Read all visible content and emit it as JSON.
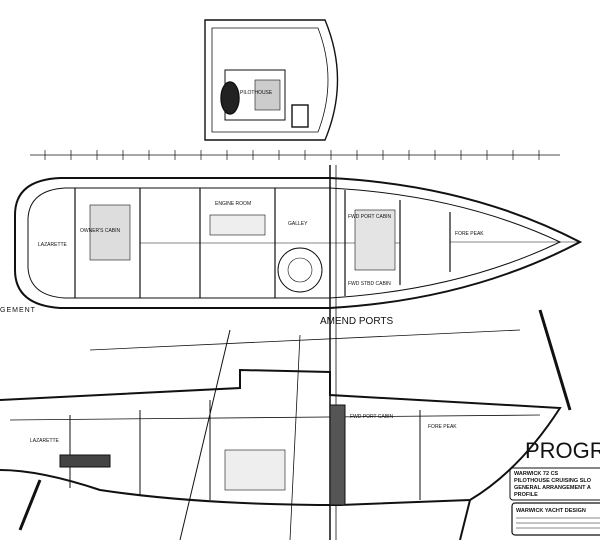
{
  "drawing": {
    "title_big": "PROGRE",
    "title_block": [
      "WARWICK 72 CS",
      "PILOTHOUSE CRUISING SLO",
      "GENERAL ARRANGEMENT A",
      "PROFILE"
    ],
    "designer": "WARWICK YACHT DESIGN",
    "annotation": "AMEND PORTS",
    "section_label": "GEMENT",
    "rooms": {
      "lazarette": "LAZARETTE",
      "owners_cabin": "OWNER'S CABIN",
      "engine_room": "ENGINE ROOM",
      "galley": "GALLEY",
      "fwd_port_cabin": "FWD PORT CABIN",
      "fwd_stbd_cabin": "FWD STBD CABIN",
      "fore_peak": "FORE PEAK",
      "pilothouse": "PILOTHOUSE",
      "profile_lazarette": "LAZARETTE",
      "profile_fwd_port": "FWD PORT CABIN",
      "profile_fore_peak": "FORE PEAK"
    },
    "ink_color": "#111111",
    "paper_color": "#ffffff"
  }
}
